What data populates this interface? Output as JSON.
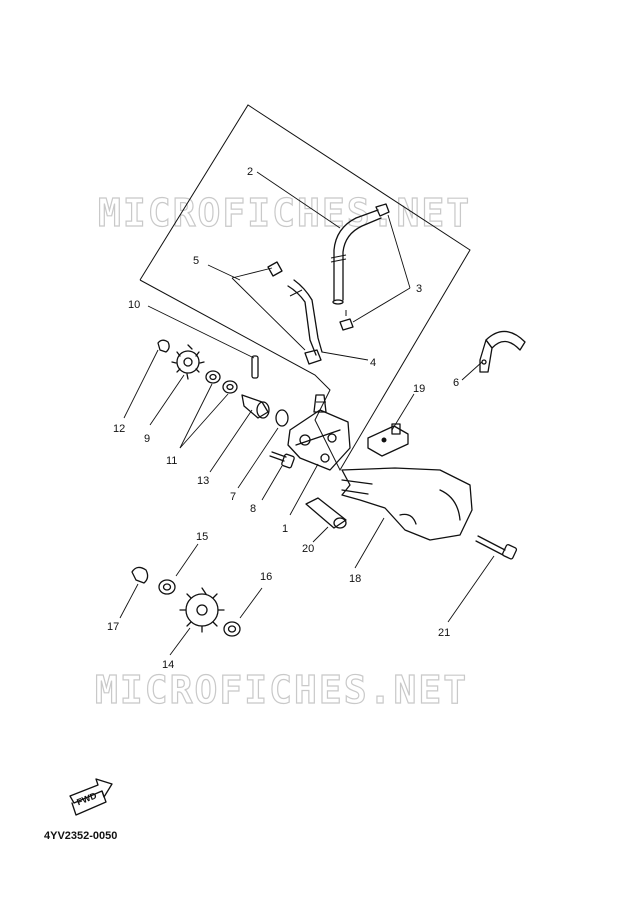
{
  "watermark": "MICROFICHES.NET",
  "diagram_code": "4YV2352-0050",
  "fwd_label": "FWD",
  "callouts": [
    "1",
    "2",
    "3",
    "4",
    "5",
    "6",
    "7",
    "8",
    "9",
    "10",
    "11",
    "12",
    "13",
    "14",
    "15",
    "16",
    "17",
    "18",
    "19",
    "20",
    "21"
  ]
}
